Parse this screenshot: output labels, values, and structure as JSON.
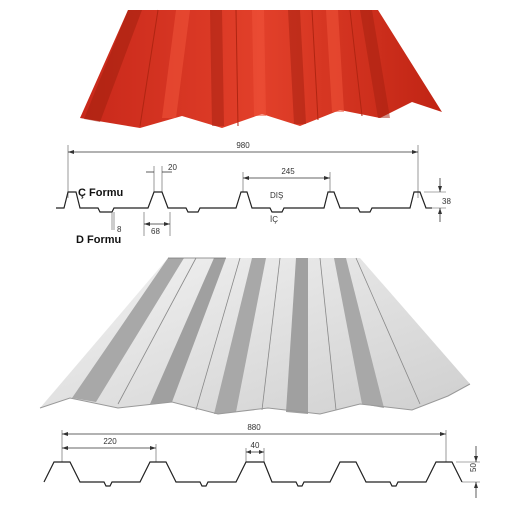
{
  "top_profile": {
    "width": "980",
    "rib_pitch": "245",
    "rib_top": "20",
    "bottom_span": "68",
    "small_step": "8",
    "height": "38",
    "outer_label": "DIŞ",
    "inner_label": "İÇ",
    "form_c": "Ç Formu",
    "form_d": "D Formu"
  },
  "bottom_profile": {
    "width": "880",
    "pitch": "220",
    "rib_top": "40",
    "height": "50"
  },
  "colors": {
    "red_sheet": "#d8321e",
    "red_dark": "#a3200f",
    "grey_sheet": "#dcdcdc",
    "grey_dark": "#9a9a9a"
  }
}
